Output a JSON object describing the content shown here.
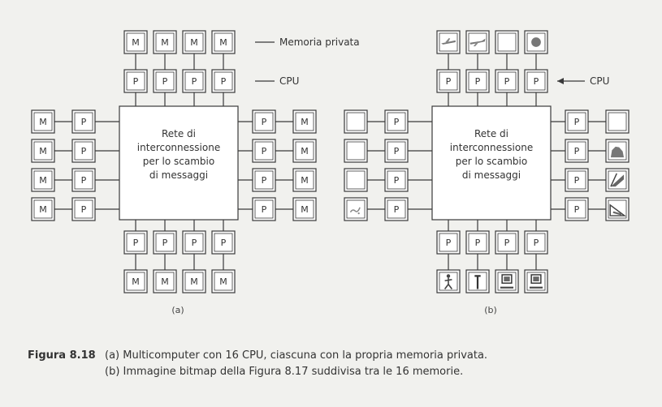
{
  "labels": {
    "memory": "M",
    "cpu": "P"
  },
  "annotations": {
    "private_memory": "Memoria privata",
    "cpu": "CPU"
  },
  "network": [
    "Rete di",
    "interconnessione",
    "per lo scambio",
    "di messaggi"
  ],
  "sublabels": {
    "a": "(a)",
    "b": "(b)"
  },
  "caption": {
    "title": "Figura 8.18",
    "line1": "(a) Multicomputer con 16 CPU, ciascuna con la propria memoria privata.",
    "line2": "(b) Immagine bitmap della Figura 8.17 suddivisa tra le 16 memorie."
  }
}
